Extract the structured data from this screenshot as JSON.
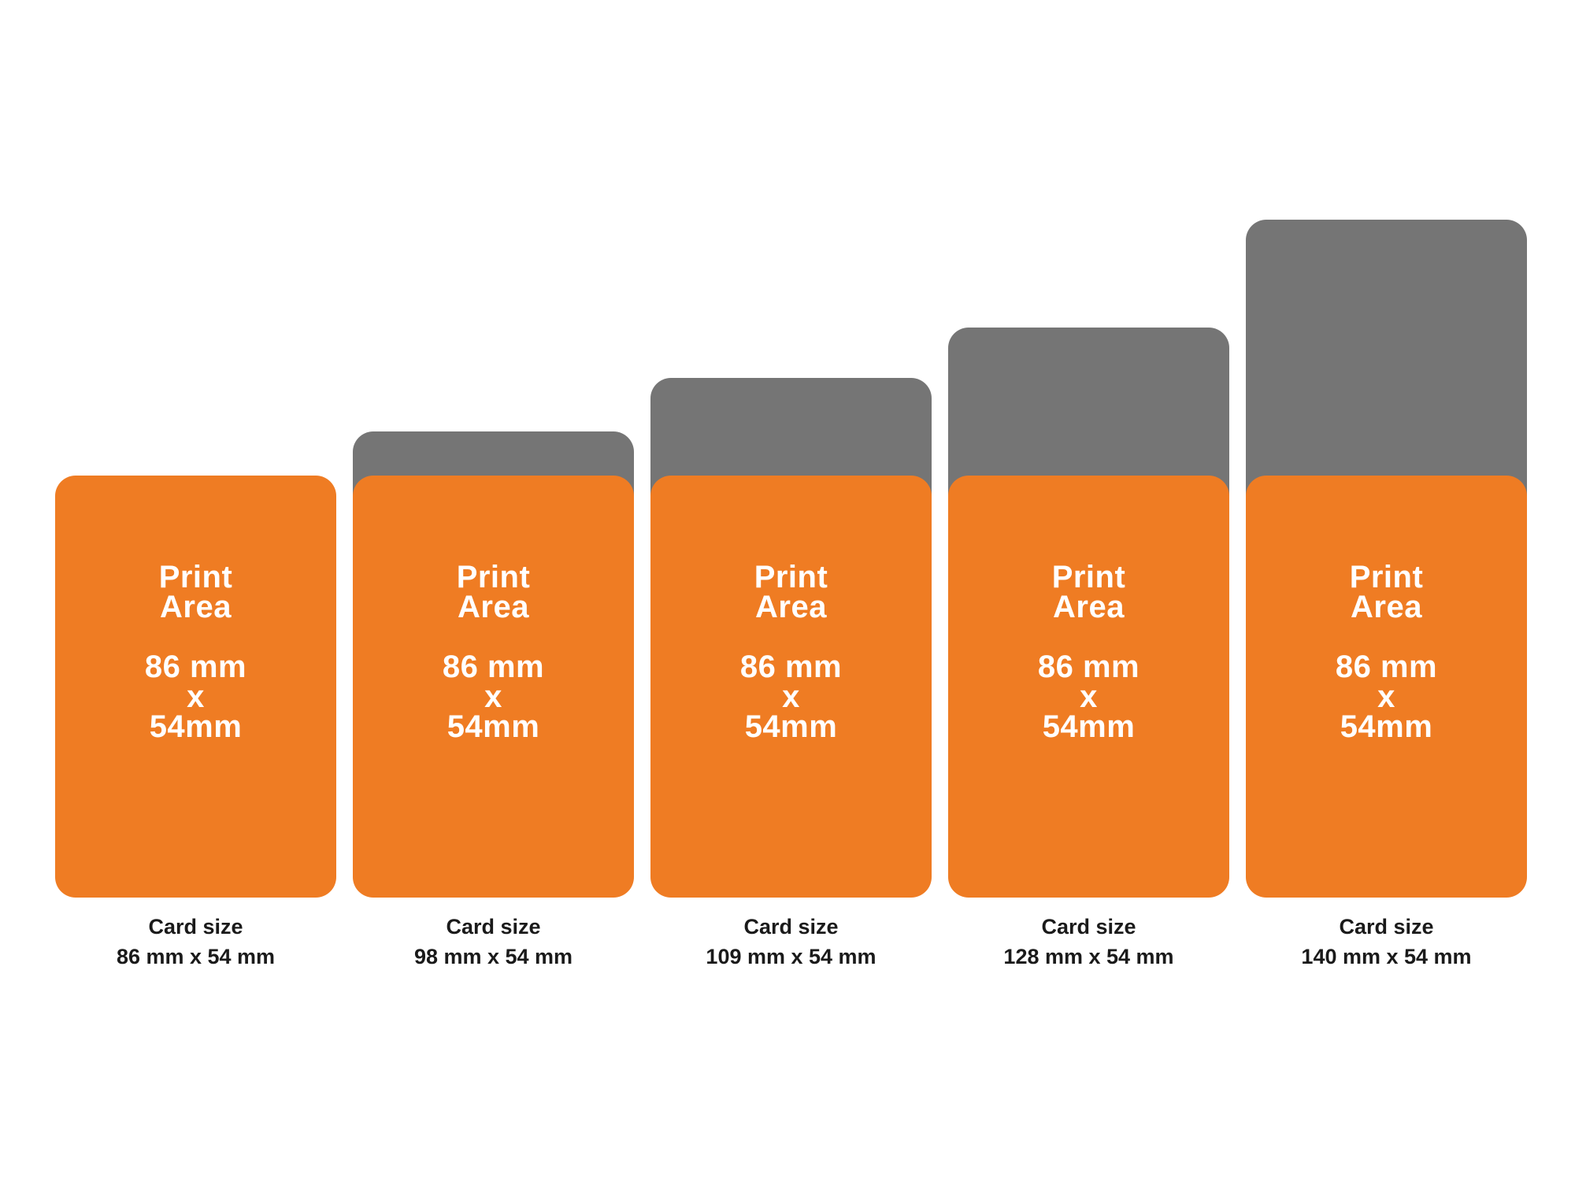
{
  "colors": {
    "print_area": "#ef7c23",
    "card_extension": "#757575",
    "text_on_card": "#ffffff",
    "caption_text": "#1a1a1a"
  },
  "print_area_labels": {
    "line1": "Print",
    "line2": "Area",
    "dim1": "86 mm",
    "dim_x": "x",
    "dim2": "54mm"
  },
  "cards": [
    {
      "caption_title": "Card size",
      "caption_size": "86 mm x 54 mm",
      "length_mm": 86
    },
    {
      "caption_title": "Card size",
      "caption_size": "98 mm x 54 mm",
      "length_mm": 98
    },
    {
      "caption_title": "Card size",
      "caption_size": "109 mm x 54 mm",
      "length_mm": 109
    },
    {
      "caption_title": "Card size",
      "caption_size": "128 mm x 54 mm",
      "length_mm": 128
    },
    {
      "caption_title": "Card size",
      "caption_size": "140 mm x 54 mm",
      "length_mm": 140
    }
  ]
}
